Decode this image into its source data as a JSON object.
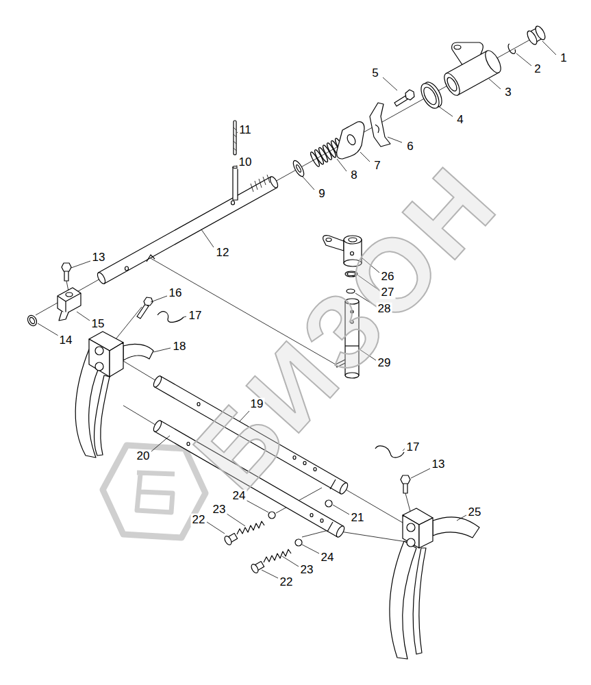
{
  "diagram": {
    "labels": [
      "1",
      "2",
      "3",
      "4",
      "5",
      "6",
      "7",
      "8",
      "9",
      "10",
      "11",
      "12",
      "13",
      "14",
      "15",
      "16",
      "17",
      "18",
      "19",
      "20",
      "21",
      "22",
      "23",
      "24",
      "25",
      "26",
      "27",
      "28",
      "29",
      "13",
      "17",
      "22",
      "23",
      "24",
      "БИЗОН"
    ]
  }
}
